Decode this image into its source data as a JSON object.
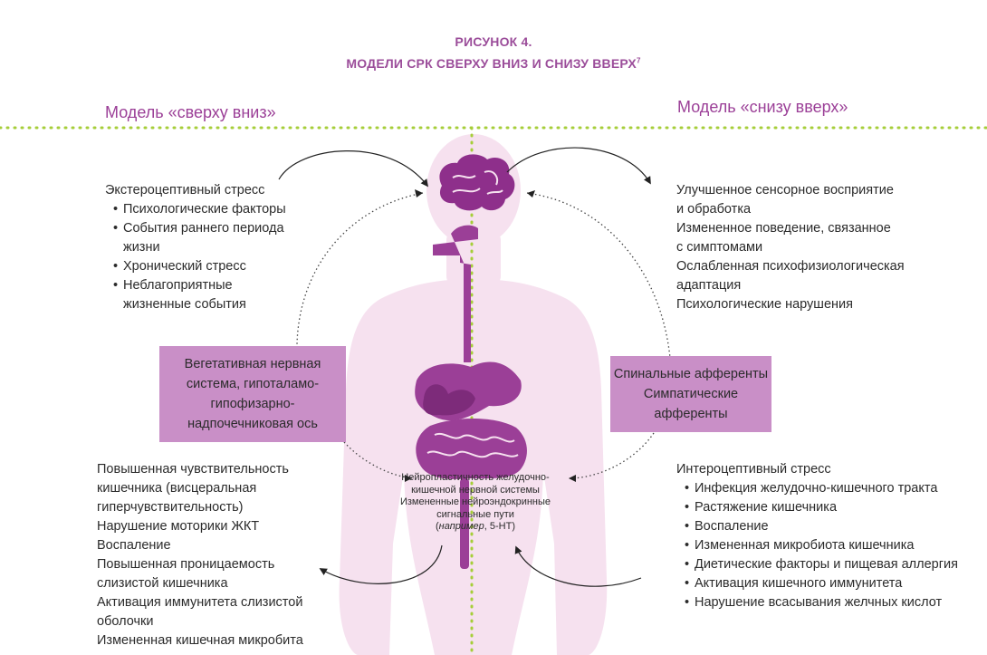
{
  "header": {
    "figure_label": "РИСУНОК 4.",
    "figure_title": "МОДЕЛИ СРК СВЕРХУ ВНИЗ И СНИЗУ ВВЕРХ",
    "figure_ref": "7"
  },
  "models": {
    "top_down": "Модель «сверху вниз»",
    "bottom_up": "Модель «снизу вверх»"
  },
  "top_left": {
    "heading": "Экстероцептивный стресс",
    "items": [
      [
        "Психологические факторы"
      ],
      [
        "События раннего периода",
        "жизни"
      ],
      [
        "Хронический стресс"
      ],
      [
        "Неблагоприятные",
        "жизненные события"
      ]
    ]
  },
  "top_right": {
    "lines": [
      "Улучшенное сенсорное восприятие",
      "и обработка",
      "Измененное поведение, связанное",
      "с симптомами",
      "Ослабленная психофизиологическая",
      "адаптация",
      "Психологические нарушения"
    ]
  },
  "left_box": {
    "lines": [
      "Вегетативная нервная",
      "система, гипоталамо-",
      "гипофизарно-",
      "надпочечниковая ось"
    ]
  },
  "right_box": {
    "lines": [
      "Спинальные афференты",
      "Симпатические",
      "афференты"
    ]
  },
  "center": {
    "lines": [
      "Нейропластичность желудочно-",
      "кишечной нервной системы",
      "Измененные нейроэндокринные",
      "сигнальные пути",
      "(например, 5-HT)"
    ],
    "italic_word": "например",
    "rest_word": ", 5-HT)"
  },
  "bottom_left": {
    "lines": [
      "Повышенная чувствительность",
      "кишечника (висцеральная",
      "гиперчувствительность)",
      "Нарушение моторики ЖКТ",
      "Воспаление",
      "Повышенная проницаемость",
      "слизистой кишечника",
      "Активация иммунитета слизистой",
      "оболочки",
      "Измененная кишечная микробита"
    ]
  },
  "bottom_right": {
    "heading": "Интероцептивный стресс",
    "items": [
      [
        "Инфекция желудочно-кишечного тракта"
      ],
      [
        "Растяжение кишечника"
      ],
      [
        "Воспаление"
      ],
      [
        "Измененная микробиота кишечника"
      ],
      [
        "Диетические факторы и пищевая аллергия"
      ],
      [
        "Активация кишечного иммунитета"
      ],
      [
        "Нарушение всасывания желчных кислот"
      ]
    ]
  },
  "colors": {
    "accent": "#9b3f97",
    "organ": "#9b3f97",
    "body": "#f6e1ef",
    "box": "#c98fc7",
    "dotted_line": "#a6ce39"
  }
}
